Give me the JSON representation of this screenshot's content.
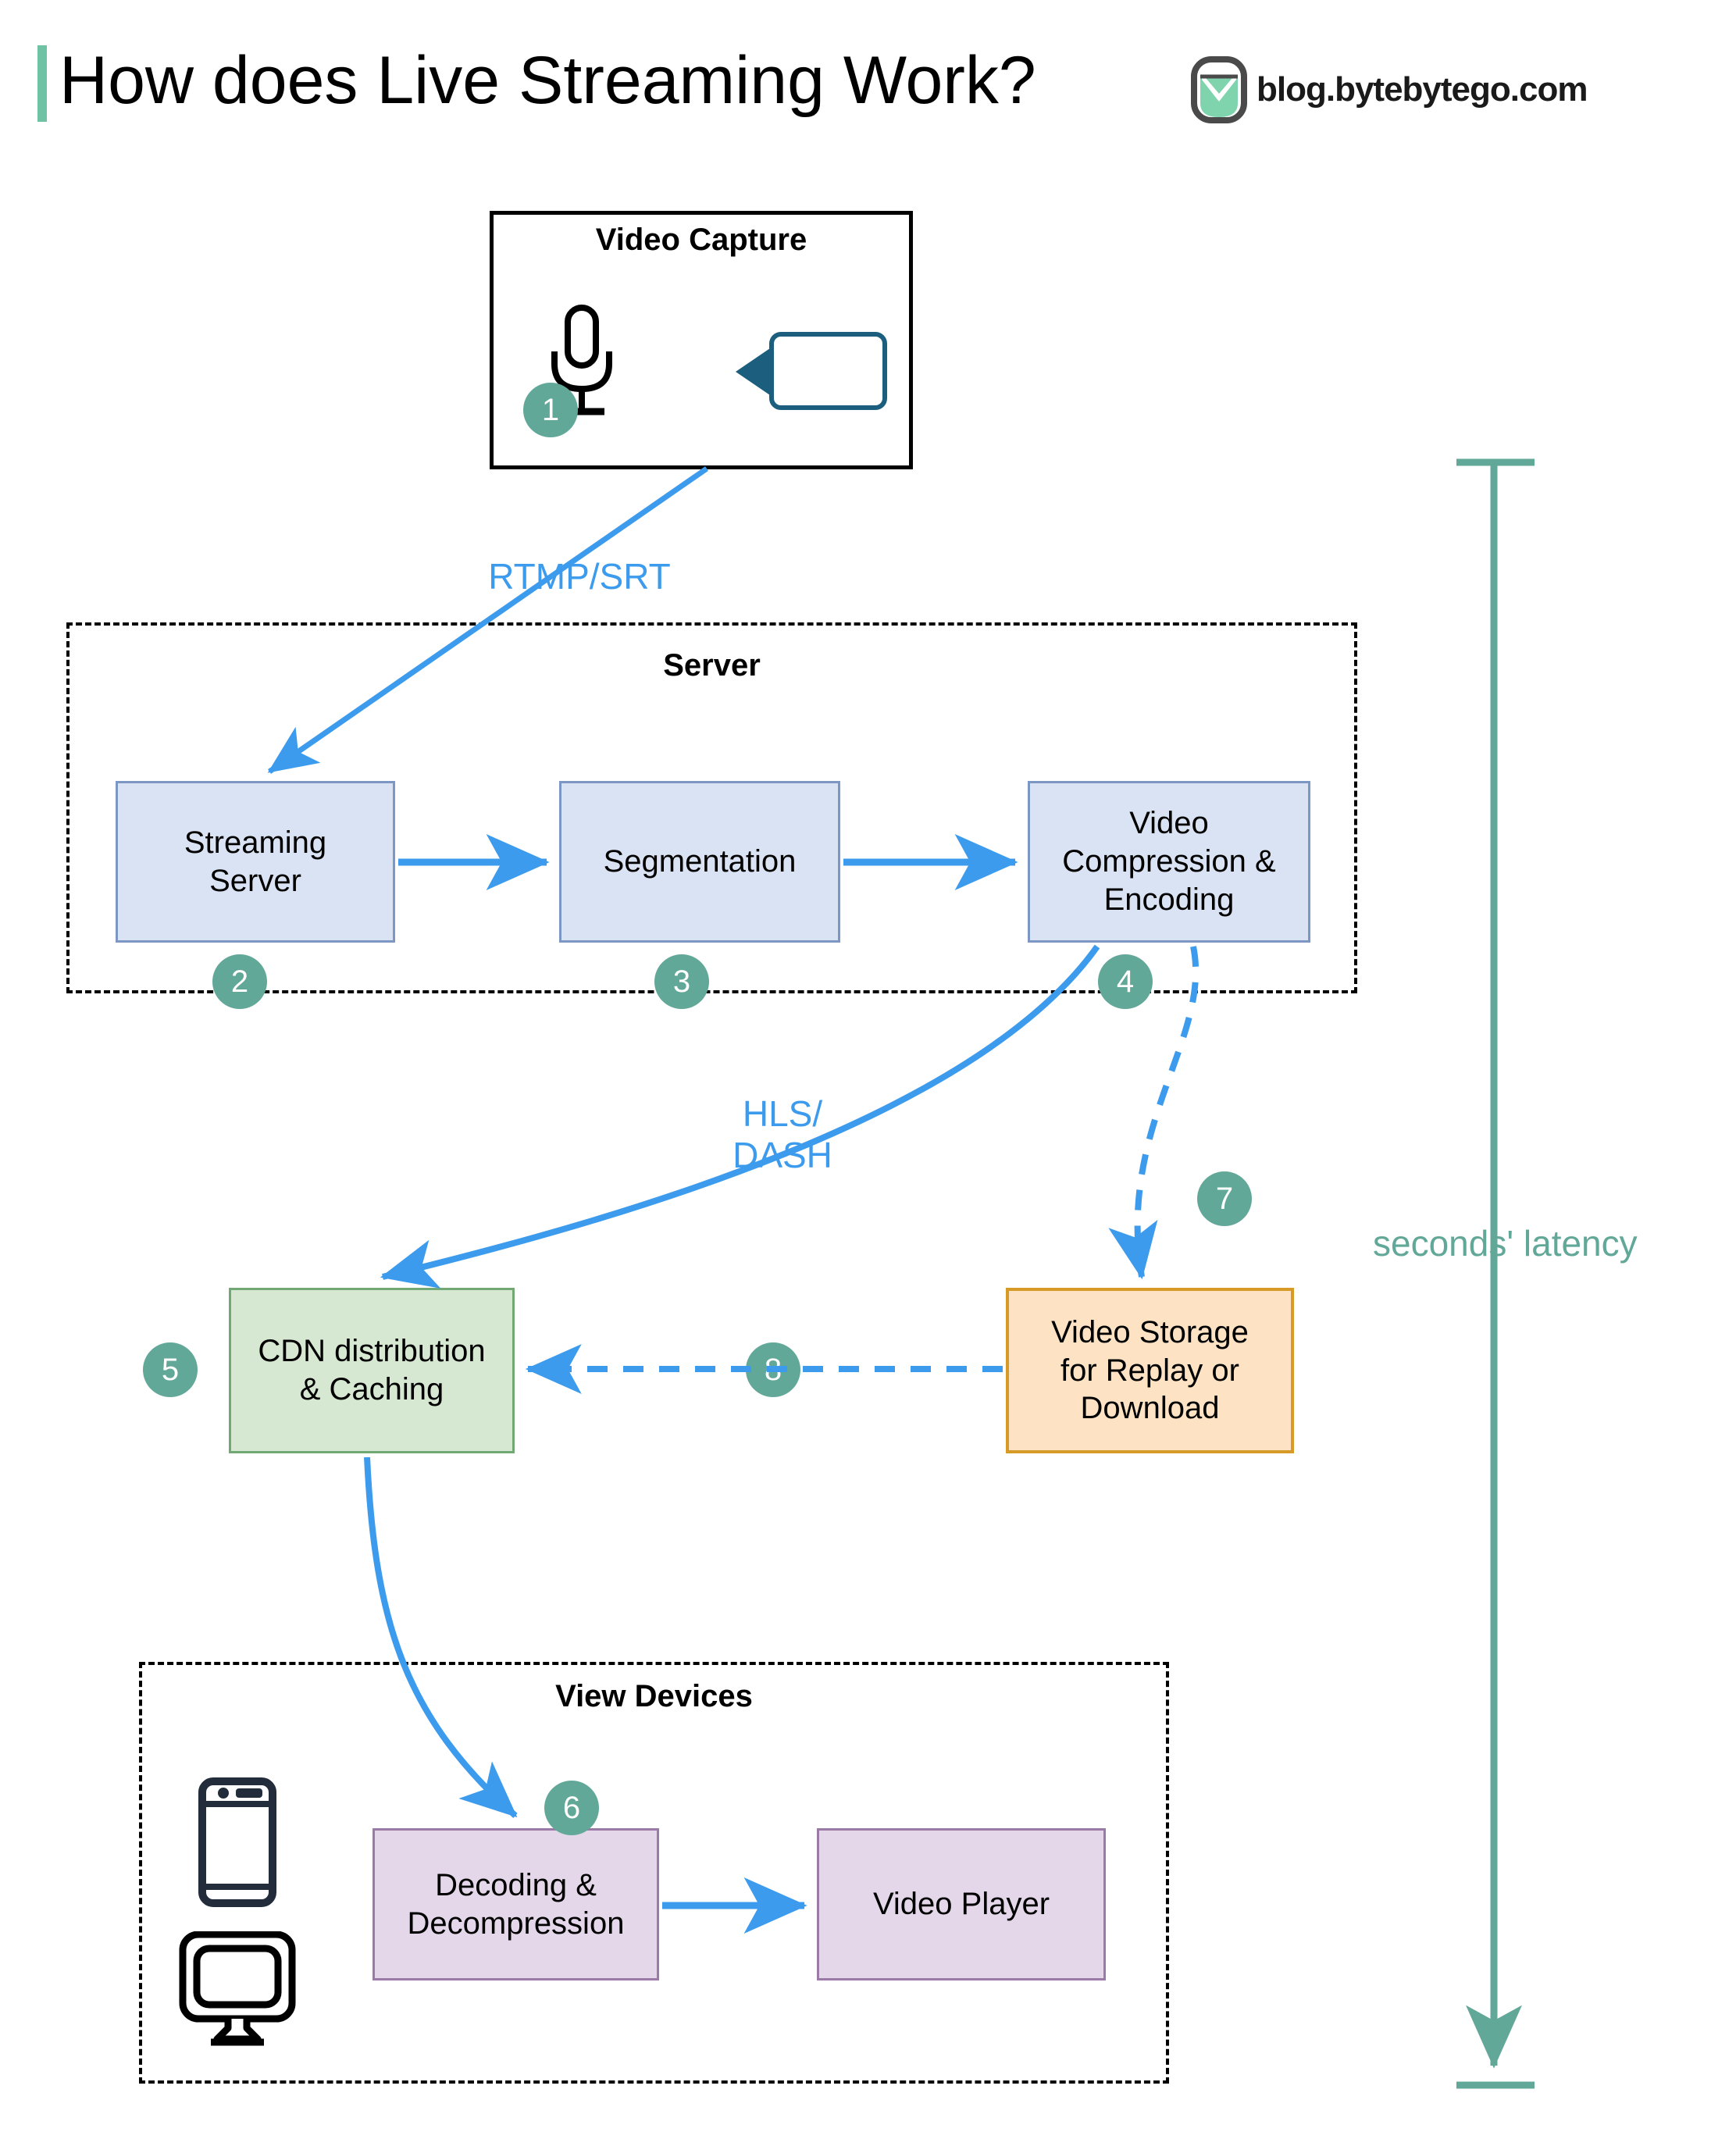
{
  "header": {
    "title": "How does Live Streaming Work?",
    "brand_text": "blog.bytebytego.com",
    "accent_color": "#6fc3a4"
  },
  "colors": {
    "flow_arrow": "#3d9bee",
    "step_circle": "#62a899",
    "latency": "#62a899",
    "blue_fill": "#dae3f3",
    "blue_border": "#7d97c4",
    "green_fill": "#d7e8d2",
    "green_border": "#71a873",
    "orange_fill": "#fde2c4",
    "orange_border": "#d79a26",
    "purple_fill": "#e5d7ea",
    "purple_border": "#9b7aa8"
  },
  "groups": {
    "capture": {
      "label": "Video Capture"
    },
    "server": {
      "label": "Server"
    },
    "view_devices": {
      "label": "View Devices"
    }
  },
  "nodes": {
    "streaming_server": "Streaming\nServer",
    "segmentation": "Segmentation",
    "video_compression": "Video\nCompression &\nEncoding",
    "cdn": "CDN distribution\n& Caching",
    "video_storage": "Video Storage\nfor Replay or\nDownload",
    "decoding": "Decoding &\nDecompression",
    "video_player": "Video Player"
  },
  "steps": {
    "s1": "1",
    "s2": "2",
    "s3": "3",
    "s4": "4",
    "s5": "5",
    "s6": "6",
    "s7": "7",
    "s8": "8"
  },
  "edge_labels": {
    "rtmp_srt": "RTMP/SRT",
    "hls_dash": "HLS/\nDASH"
  },
  "annotations": {
    "latency": "seconds' latency"
  },
  "icons": {
    "microphone": "microphone-icon",
    "camcorder": "camcorder-icon",
    "smartphone": "smartphone-icon",
    "desktop_monitor": "desktop-monitor-icon",
    "brand_logo": "bytebytego-logo-icon"
  }
}
